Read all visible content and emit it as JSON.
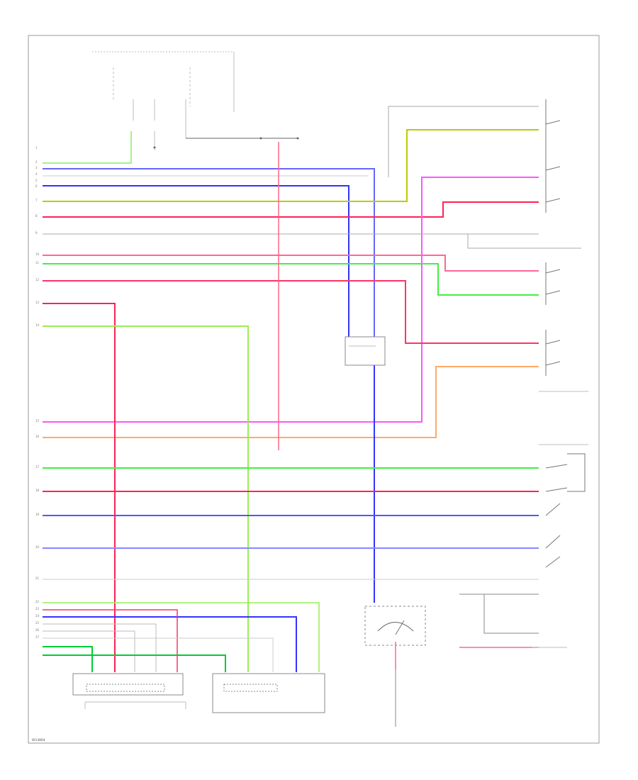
{
  "diagram": {
    "colors": {
      "white": "#c8c8c8",
      "green": "#00dd00",
      "lightgreen": "#88ee66",
      "blue": "#3333ff",
      "lightblue": "#7b7bff",
      "yellowgreen": "#bbcc00",
      "red": "#ff2255",
      "pink": "#ff6699",
      "magenta": "#ff55ff",
      "orange": "#ffaa66",
      "gray": "#9a9a9a"
    },
    "left_pins": [
      "1",
      "2",
      "3",
      "4",
      "5",
      "6",
      "7",
      "8",
      "9",
      "10",
      "11",
      "12",
      "13",
      "14",
      "15",
      "16",
      "17",
      "18",
      "19",
      "20",
      "21",
      "22",
      "23",
      "24",
      "25",
      "26",
      "27"
    ],
    "footer_code": "W14864"
  }
}
